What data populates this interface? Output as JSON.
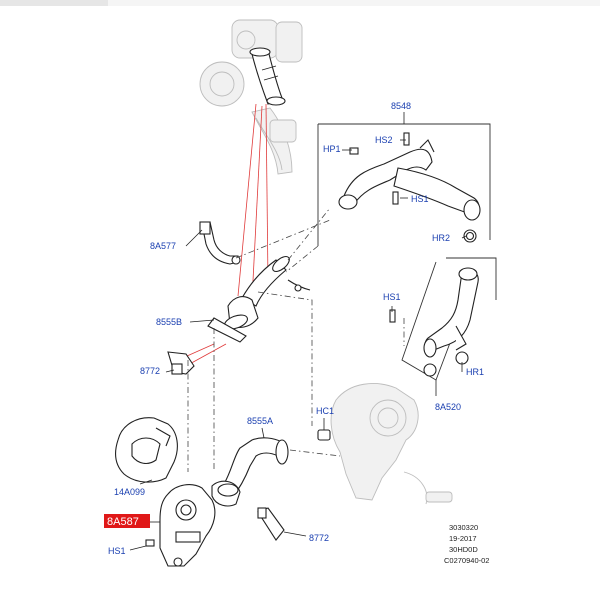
{
  "labels": {
    "p8548": "8548",
    "hs2": "HS2",
    "hp1": "HP1",
    "hs1_top": "HS1",
    "hr2": "HR2",
    "p8a577": "8A577",
    "p8555b": "8555B",
    "p8772_upper": "8772",
    "hs1_mid": "HS1",
    "hr1": "HR1",
    "p8a520": "8A520",
    "hc1": "HC1",
    "p8555a": "8555A",
    "p14a099": "14A099",
    "p8a587": "8A587",
    "hs1_bottom": "HS1",
    "p8772_lower": "8772"
  },
  "reference": {
    "line1": "3030320",
    "line2": "19-2017",
    "line3": "30HD0D",
    "line4": "C0270940-02"
  },
  "colors": {
    "label_blue": "#1a3fb0",
    "highlight_red": "#e01818",
    "leader_red": "#e03a3a"
  }
}
